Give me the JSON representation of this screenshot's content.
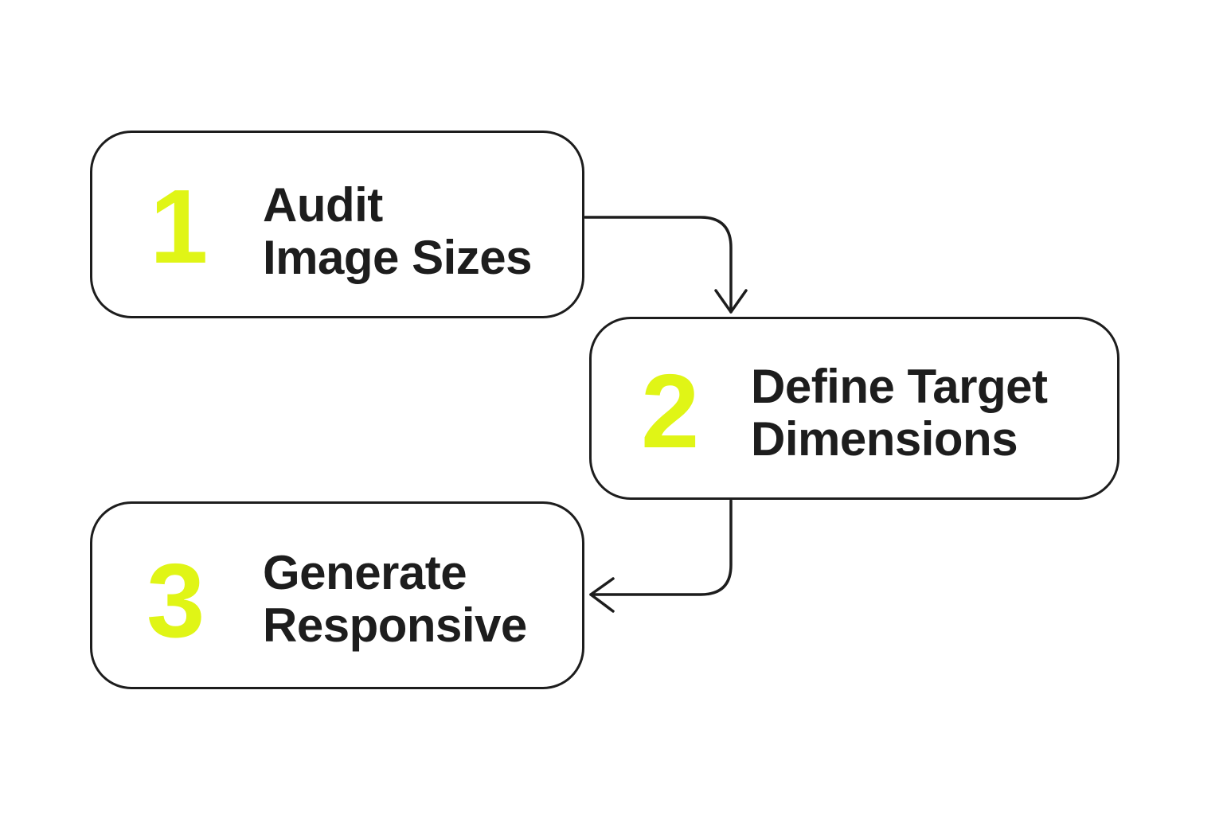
{
  "colors": {
    "accent": "#e0f516",
    "text": "#1d1d1d",
    "stroke": "#1d1d1d",
    "background": "#ffffff"
  },
  "steps": [
    {
      "number": "1",
      "line1": "Audit",
      "line2": "Image Sizes"
    },
    {
      "number": "2",
      "line1": "Define Target",
      "line2": "Dimensions"
    },
    {
      "number": "3",
      "line1": "Generate",
      "line2": "Responsive"
    }
  ],
  "icons": {
    "arrow_1_to_2": "arrow-down-icon",
    "arrow_2_to_3": "arrow-left-icon"
  }
}
